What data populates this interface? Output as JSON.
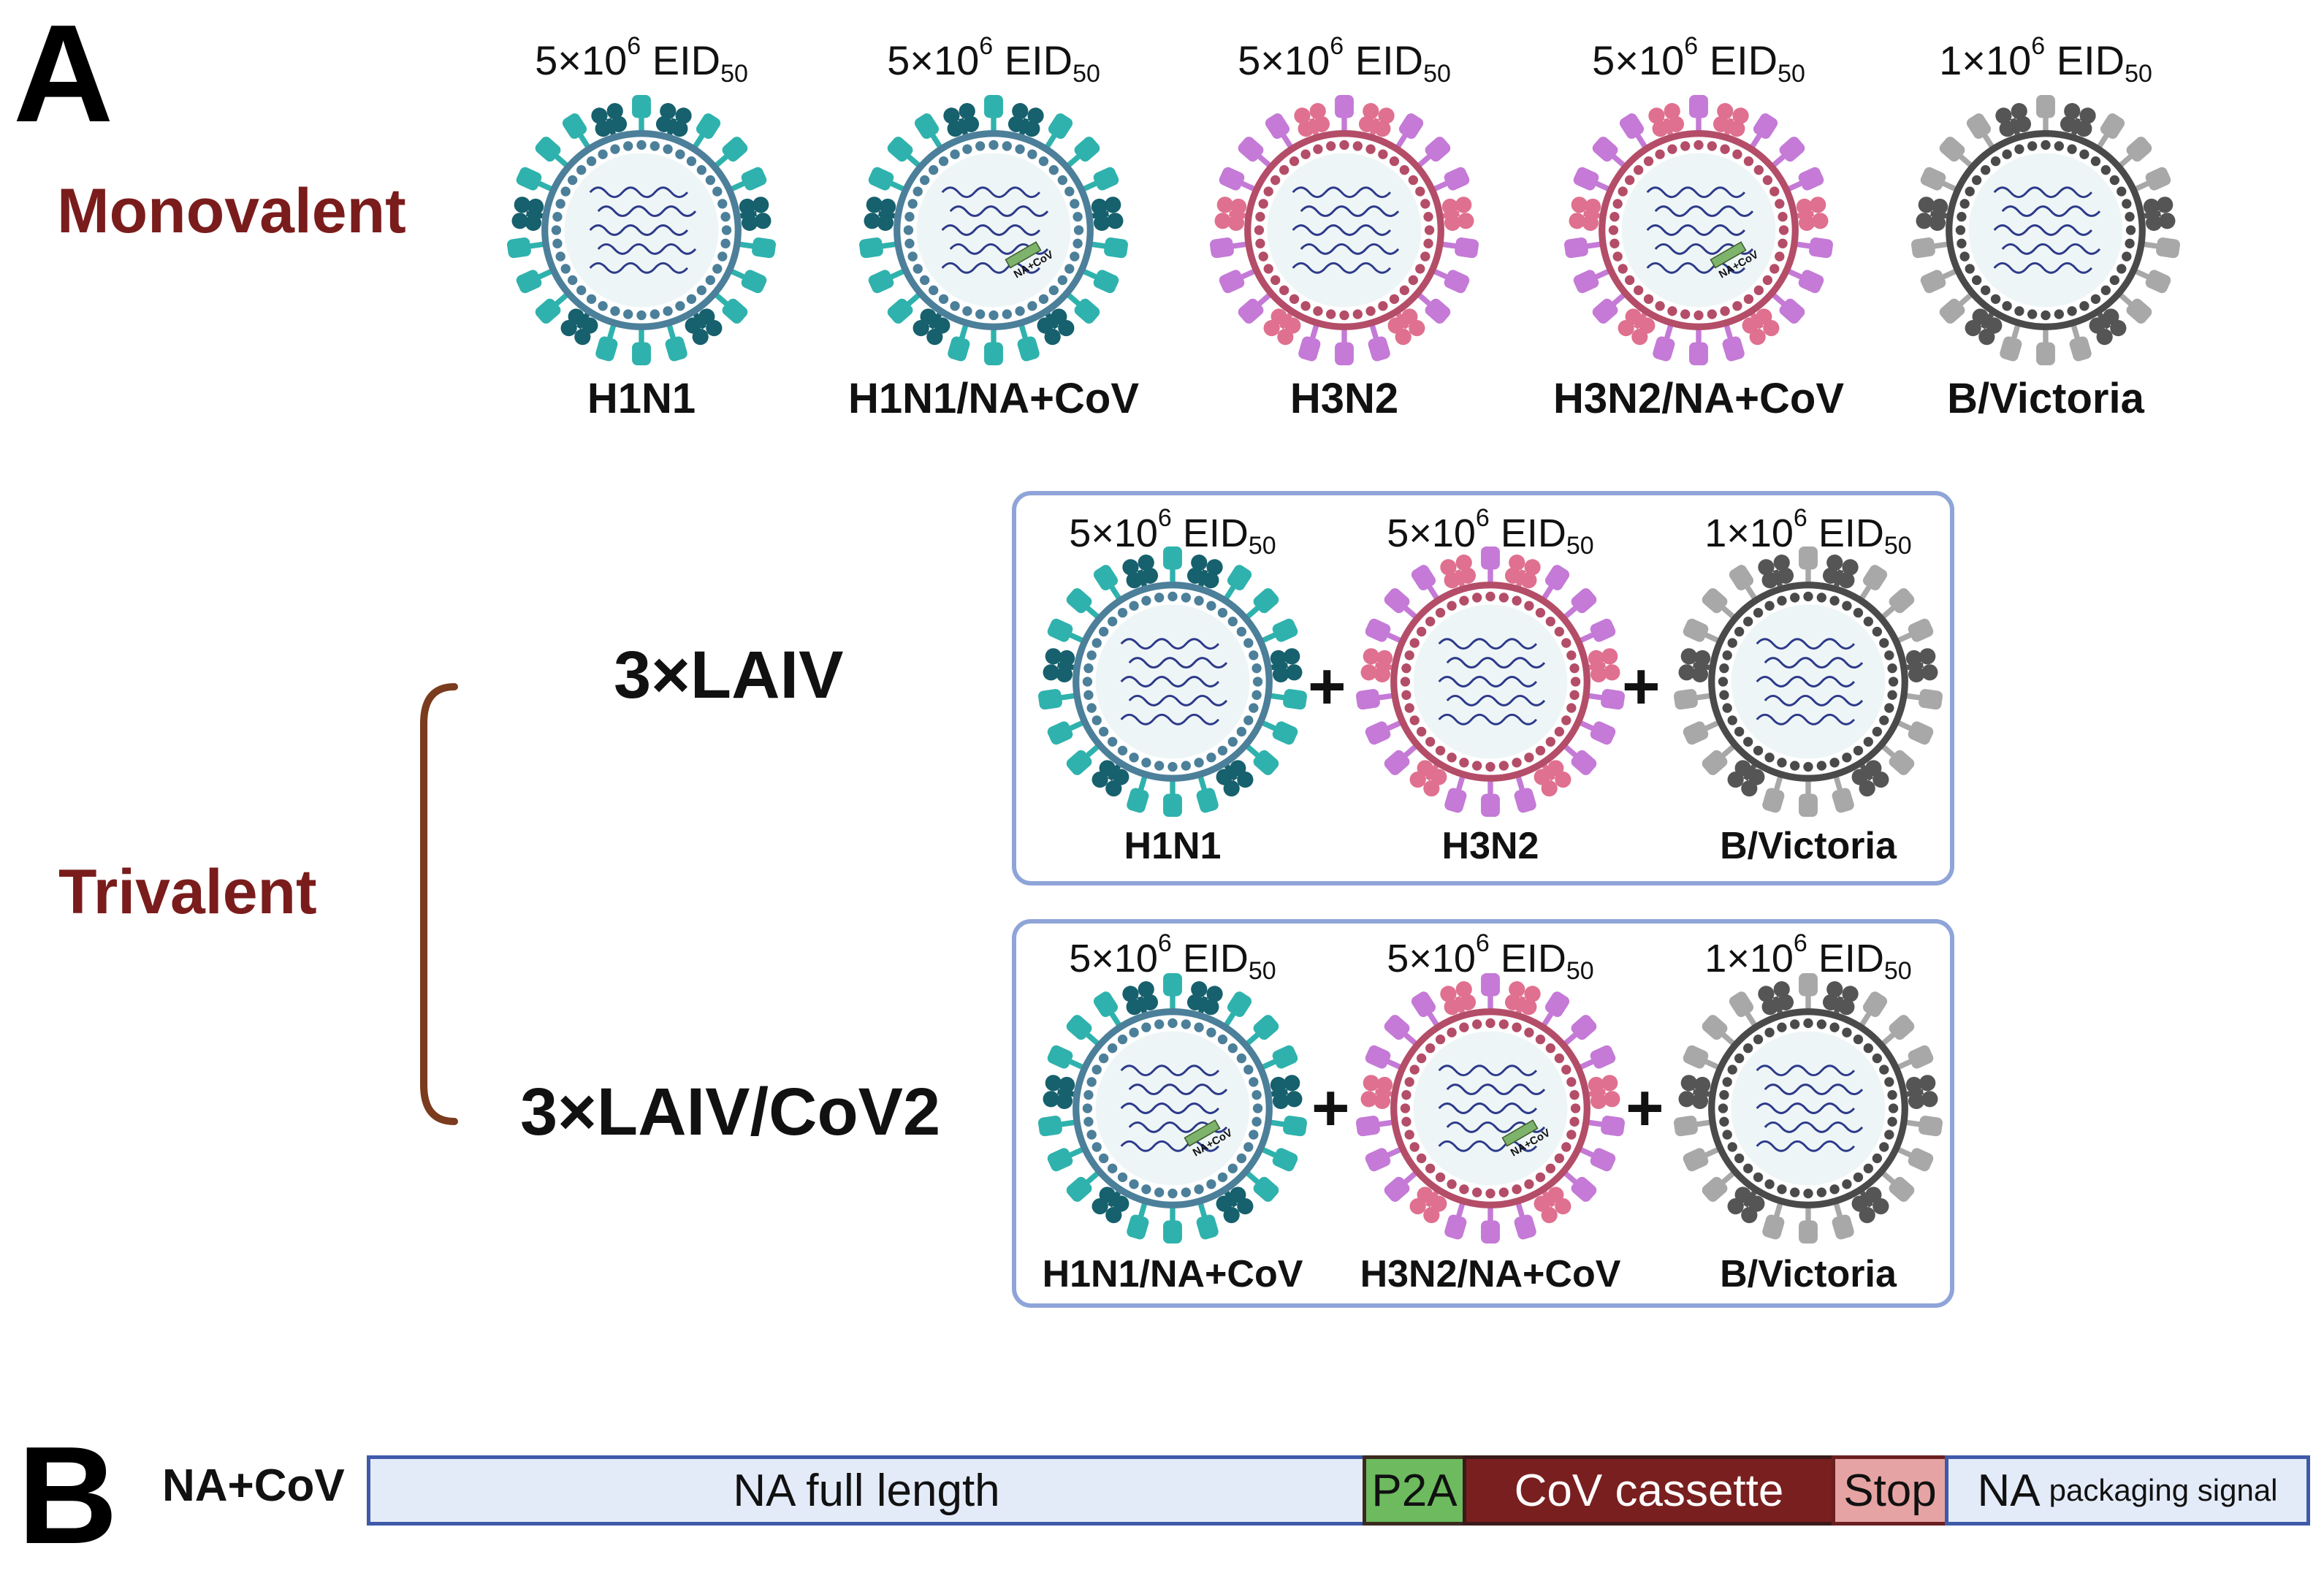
{
  "panelA": {
    "letter": "A",
    "monovalent_label": "Monovalent",
    "trivalent_label": "Trivalent",
    "monovalent": [
      {
        "dose_base": "5×10",
        "dose_exp": "6",
        "dose_unit": "EID",
        "dose_sub": "50",
        "name": "H1N1",
        "color": "#2fb2ad",
        "insert": false
      },
      {
        "dose_base": "5×10",
        "dose_exp": "6",
        "dose_unit": "EID",
        "dose_sub": "50",
        "name": "H1N1/NA+CoV",
        "color": "#2fb2ad",
        "insert": true
      },
      {
        "dose_base": "5×10",
        "dose_exp": "6",
        "dose_unit": "EID",
        "dose_sub": "50",
        "name": "H3N2",
        "color": "#c47ad6",
        "insert": false
      },
      {
        "dose_base": "5×10",
        "dose_exp": "6",
        "dose_unit": "EID",
        "dose_sub": "50",
        "name": "H3N2/NA+CoV",
        "color": "#c47ad6",
        "insert": true
      },
      {
        "dose_base": "1×10",
        "dose_exp": "6",
        "dose_unit": "EID",
        "dose_sub": "50",
        "name": "B/Victoria",
        "color": "#a8a8a8",
        "insert": false
      }
    ],
    "laiv": {
      "label": "3×LAIV",
      "viruses": [
        {
          "dose_base": "5×10",
          "dose_exp": "6",
          "dose_unit": "EID",
          "dose_sub": "50",
          "name": "H1N1",
          "insert": false
        },
        {
          "dose_base": "5×10",
          "dose_exp": "6",
          "dose_unit": "EID",
          "dose_sub": "50",
          "name": "H3N2",
          "insert": false
        },
        {
          "dose_base": "1×10",
          "dose_exp": "6",
          "dose_unit": "EID",
          "dose_sub": "50",
          "name": "B/Victoria",
          "insert": false
        }
      ]
    },
    "laiv_cov": {
      "label": "3×LAIV/CoV2",
      "viruses": [
        {
          "dose_base": "5×10",
          "dose_exp": "6",
          "dose_unit": "EID",
          "dose_sub": "50",
          "name": "H1N1/NA+CoV",
          "insert": true
        },
        {
          "dose_base": "5×10",
          "dose_exp": "6",
          "dose_unit": "EID",
          "dose_sub": "50",
          "name": "H3N2/NA+CoV",
          "insert": true
        },
        {
          "dose_base": "1×10",
          "dose_exp": "6",
          "dose_unit": "EID",
          "dose_sub": "50",
          "name": "B/Victoria",
          "insert": false
        }
      ]
    },
    "plus": "+",
    "insert_text": "NA+CoV"
  },
  "panelB": {
    "letter": "B",
    "construct_name": "NA+CoV",
    "segments": [
      {
        "label": "NA full length",
        "sub": "",
        "color": "#e4ebf8"
      },
      {
        "label": "P2A",
        "sub": "",
        "color": "#6dbb5e"
      },
      {
        "label": "CoV cassette",
        "sub": "",
        "color": "#7a1f1f"
      },
      {
        "label": "Stop",
        "sub": "",
        "color": "#e6a3a3"
      },
      {
        "label": "NA",
        "sub": "packaging signal",
        "color": "#e4ebf8"
      }
    ]
  },
  "colors": {
    "h1_spike": "#2fb2ad",
    "h1_na": "#17606d",
    "h1_membrane": "#4c7f99",
    "h3_spike": "#c47ad6",
    "h3_na": "#e0708f",
    "h3_membrane": "#b44d68",
    "b_spike": "#a8a8a8",
    "b_na": "#555555",
    "b_membrane": "#4a4a4a",
    "core": "#eef5f6",
    "rna": "#2c3a8a",
    "group_label": "#7a1c1c",
    "bracket": "#7a3b1e",
    "box_border": "#8fa4d8"
  }
}
